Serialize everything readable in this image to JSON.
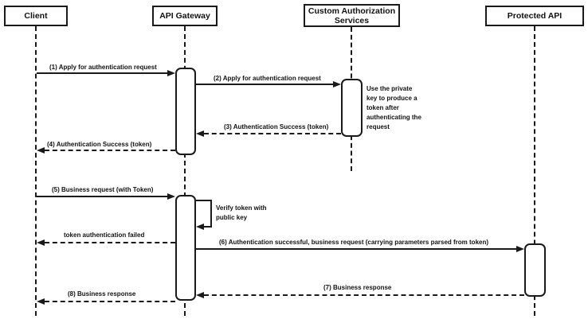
{
  "colors": {
    "line": "#1a1a1a",
    "shape_fill": "#ffffff",
    "background": "#ffffff",
    "text": "#111111"
  },
  "actors": [
    {
      "label": "Client"
    },
    {
      "label": "API Gateway"
    },
    {
      "label": "Custom Authorization Services"
    },
    {
      "label": "Protected API"
    }
  ],
  "messages": [
    {
      "label": "(1) Apply for authentication request",
      "from": "Client",
      "to": "API Gateway",
      "line": "solid"
    },
    {
      "label": "(2) Apply for authentication request",
      "from": "API Gateway",
      "to": "Custom Authorization Services",
      "line": "solid"
    },
    {
      "label": "(3) Authentication Success (token)",
      "from": "Custom Authorization Services",
      "to": "API Gateway",
      "line": "dashed"
    },
    {
      "label": "(4) Authentication Success (token)",
      "from": "API Gateway",
      "to": "Client",
      "line": "dashed"
    },
    {
      "label": "(5) Business request (with Token)",
      "from": "Client",
      "to": "API Gateway",
      "line": "solid"
    },
    {
      "label": "Verify token with public key",
      "from": "API Gateway",
      "to": "API Gateway",
      "line": "self"
    },
    {
      "label": "token authentication failed",
      "from": "API Gateway",
      "to": "Client",
      "line": "dashed"
    },
    {
      "label": "(6) Authentication successful, business request (carrying parameters parsed from token)",
      "from": "API Gateway",
      "to": "Protected API",
      "line": "solid"
    },
    {
      "label": "(7) Business response",
      "from": "Protected API",
      "to": "API Gateway",
      "line": "dashed"
    },
    {
      "label": "(8) Business response",
      "from": "API Gateway",
      "to": "Client",
      "line": "dashed"
    }
  ],
  "note": {
    "text": "Use the private key to produce a token after authenticating the request",
    "attached_to": "Custom Authorization Services"
  }
}
